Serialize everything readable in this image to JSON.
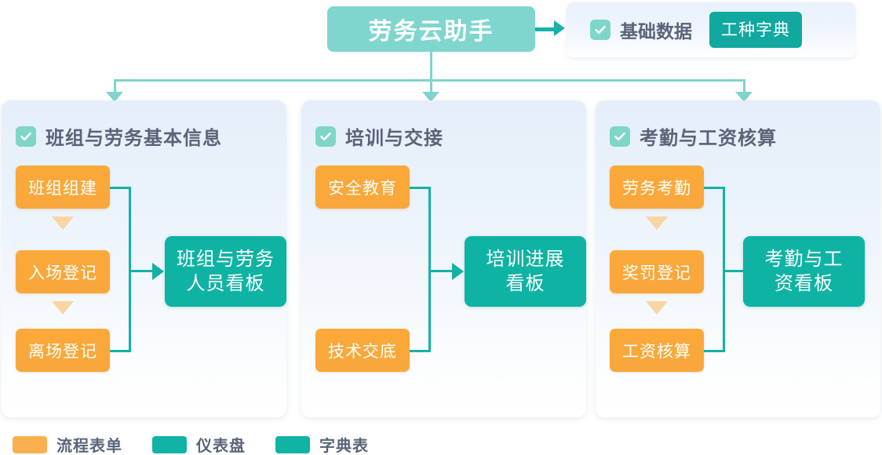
{
  "header": {
    "title": "劳务云助手",
    "arrow_icon": "arrow-right-icon"
  },
  "basic_data_card": {
    "checkbox_icon": "checkbox-checked-icon",
    "label": "基础数据",
    "dictionary_button": "工种字典"
  },
  "panels": [
    {
      "checkbox_icon": "checkbox-checked-icon",
      "title": "班组与劳务基本信息",
      "forms": [
        "班组组建",
        "入场登记",
        "离场登记"
      ],
      "dashboard": "班组与劳务\n人员看板",
      "dashboard_line1": "班组与劳务",
      "dashboard_line2": "人员看板"
    },
    {
      "checkbox_icon": "checkbox-checked-icon",
      "title": "培训与交接",
      "forms": [
        "安全教育",
        "技术交底"
      ],
      "dashboard": "培训进展\n看板",
      "dashboard_line1": "培训进展",
      "dashboard_line2": "看板"
    },
    {
      "checkbox_icon": "checkbox-checked-icon",
      "title": "考勤与工资核算",
      "forms": [
        "劳务考勤",
        "奖罚登记",
        "工资核算"
      ],
      "dashboard": "考勤与工\n资看板",
      "dashboard_line1": "考勤与工",
      "dashboard_line2": "资看板"
    }
  ],
  "legend": [
    {
      "label": "流程表单",
      "color": "#FBB04F"
    },
    {
      "label": "仪表盘",
      "color": "#10B3A4"
    },
    {
      "label": "字典表",
      "color": "#10B3A4"
    }
  ],
  "colors": {
    "title_box": "#7FD6CE",
    "form_orange": "#F9A73C",
    "dashboard_teal": "#0FB3A3",
    "dictionary_teal": "#11A8A0",
    "connector_light": "#7FD4CC",
    "connector_dark": "#13B2A4",
    "panel_bg_top": "#E6EEFA",
    "text_slate": "#5A6478",
    "checkbox": "#7ED6C8",
    "tri_peach": "#F9D5A2"
  }
}
